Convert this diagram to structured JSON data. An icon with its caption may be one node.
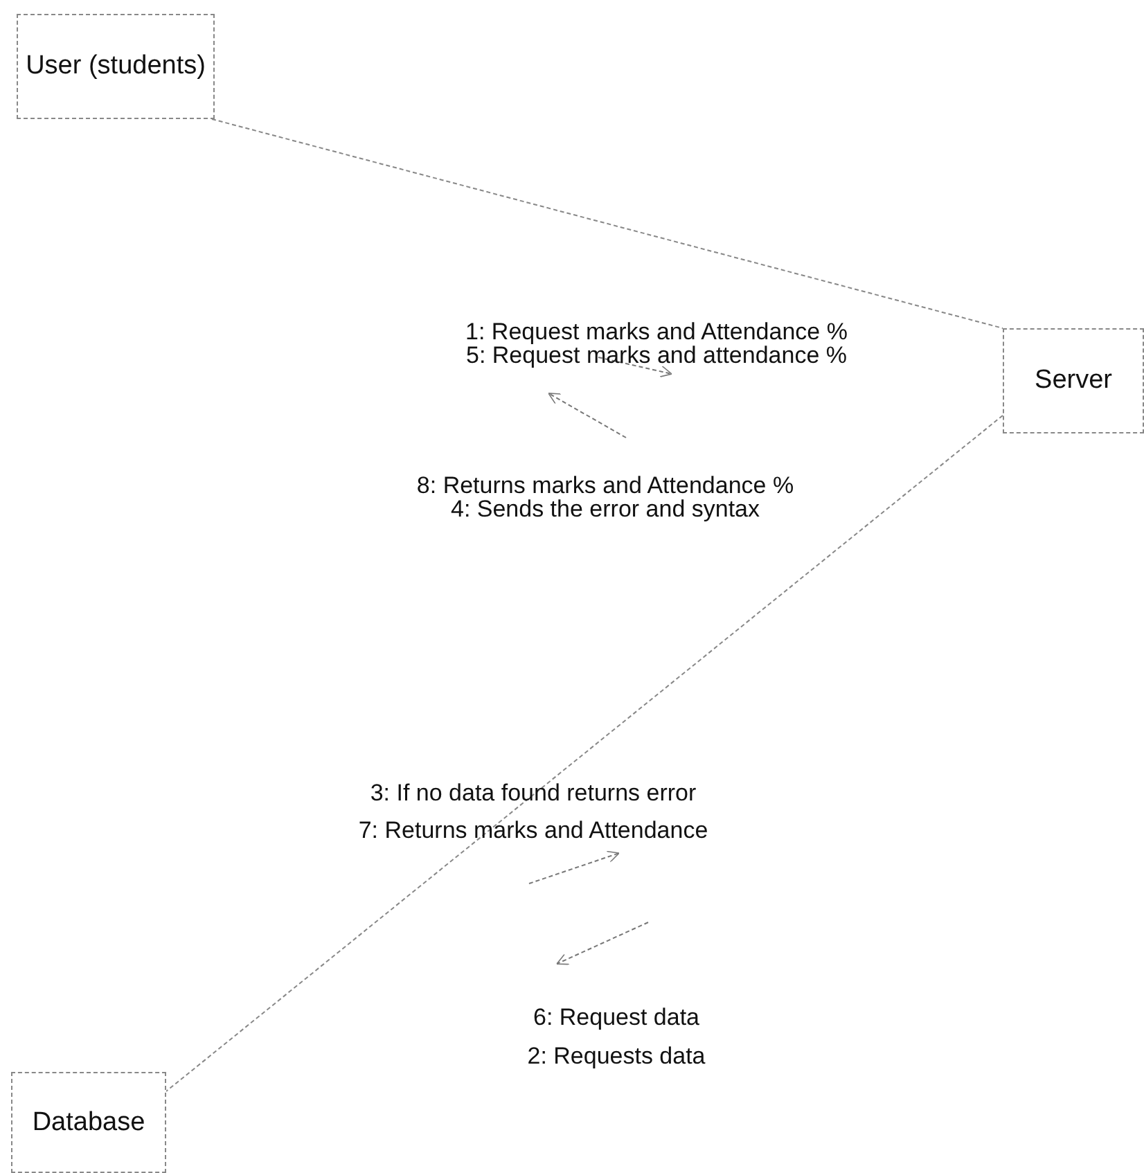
{
  "diagram": {
    "nodes": [
      {
        "text": [
          "User (students)"
        ]
      },
      {
        "text": [
          "Server"
        ]
      },
      {
        "text": [
          "Database"
        ]
      }
    ],
    "edges": [
      {
        "from": 0,
        "to": 1,
        "arrow": "none",
        "style": "dashed"
      },
      {
        "from": 1,
        "to": 2,
        "arrow": "none",
        "style": "dashed"
      }
    ],
    "labels": [
      "1: Request marks and Attendance %",
      "5: Request marks and attendance %",
      "8: Returns marks and Attendance %",
      "4: Sends the error and syntax",
      "3: If no data found returns error",
      "7: Returns marks and Attendance",
      "6: Request data",
      "2: Requests data"
    ]
  }
}
